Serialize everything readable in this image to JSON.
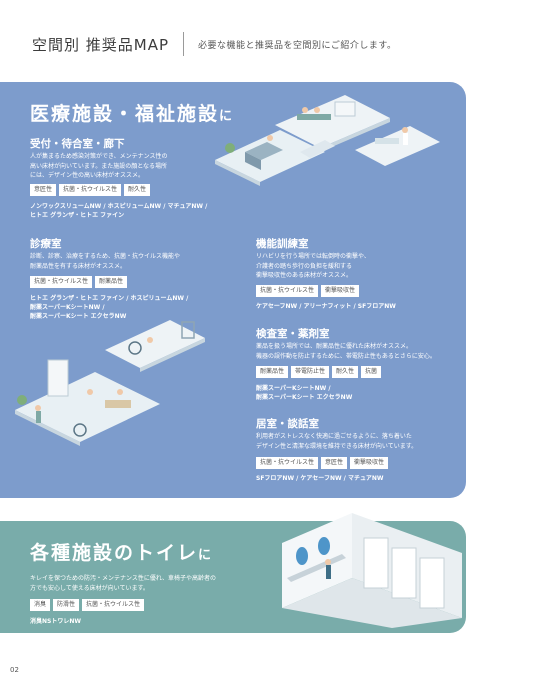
{
  "header": {
    "title": "空間別 推奨品MAP",
    "subtitle": "必要な機能と推奨品を空間別にご紹介します。"
  },
  "medical": {
    "title": "医療施設・福祉施設",
    "title_suffix": "に",
    "sections": [
      {
        "title": "受付・待合室・廊下",
        "desc": [
          "人が集まるため感染対策ができ、メンテナンス性の",
          "高い床材が向いています。また施設の顔となる場所",
          "には、デザイン性の高い床材がオススメ。"
        ],
        "tags": [
          "意匠性",
          "抗菌・抗ウイルス性",
          "耐久性"
        ],
        "products": [
          "ノンワックスリュームNW / ホスピリュームNW / マチュアNW /",
          "ヒトエ グランザ・ヒトエ ファイン"
        ]
      },
      {
        "title": "診療室",
        "desc": [
          "診断、診察、治療をするため、抗菌・抗ウイルス機能や",
          "耐薬品性を有する床材がオススメ。"
        ],
        "tags": [
          "抗菌・抗ウイルス性",
          "耐薬品性"
        ],
        "products": [
          "ヒトエ グランザ・ヒトエ ファイン / ホスピリュームNW /",
          "耐薬スーパーKシートNW /",
          "耐薬スーパーKシート エクセラNW"
        ]
      },
      {
        "title": "機能訓練室",
        "desc": [
          "リハビリを行う場所では転倒時の衝撃や、",
          "介護者の踏ち歩行の負担を緩和する",
          "衝撃吸収性のある床材がオススメ。"
        ],
        "tags": [
          "抗菌・抗ウイルス性",
          "衝撃吸収性"
        ],
        "products": [
          "ケアセーフNW / アリーナフィット / SFフロアNW"
        ]
      },
      {
        "title": "検査室・薬剤室",
        "desc": [
          "薬品を扱う場所では、耐薬品性に優れた床材がオススメ。",
          "機器の誤作動を防止するために、帯電防止性もあるとさらに安心。"
        ],
        "tags": [
          "耐薬品性",
          "帯電防止性",
          "耐久性",
          "抗菌"
        ],
        "products": [
          "耐薬スーパーKシートNW /",
          "耐薬スーパーKシート エクセラNW"
        ]
      },
      {
        "title": "居室・談話室",
        "desc": [
          "利用者がストレスなく快適に過ごせるように、落ち着いた",
          "デザイン性と清潔な環境を維持できる床材が向いています。"
        ],
        "tags": [
          "抗菌・抗ウイルス性",
          "意匠性",
          "衝撃吸収性"
        ],
        "products": [
          "SFフロアNW / ケアセーフNW / マチュアNW"
        ]
      }
    ]
  },
  "toilet": {
    "title": "各種施設のトイレ",
    "title_suffix": "に",
    "desc": [
      "キレイを保つための防汚・メンテナンス性に優れ、車椅子や高齢者の",
      "方でも安心して使える床材が向いています。"
    ],
    "tags": [
      "消臭",
      "防滑性",
      "抗菌・抗ウイルス性"
    ],
    "products": [
      "消臭NSトワレNW"
    ]
  },
  "page_number": "02",
  "colors": {
    "medical_panel": "#7d9ccc",
    "toilet_panel": "#79acaa",
    "tag_bg": "#ffffff"
  }
}
